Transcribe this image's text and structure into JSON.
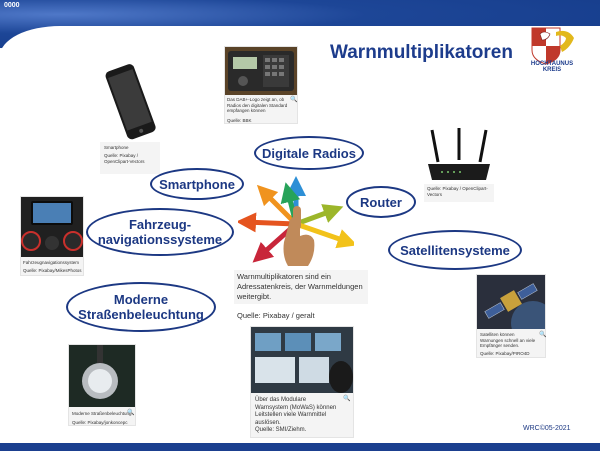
{
  "slide_number": "0000",
  "title": "Warnmultiplikatoren",
  "logo_text": "HOCHTAUNUS\nKREIS",
  "ovals": {
    "digitale_radios": "Digitale Radios",
    "smartphone": "Smartphone",
    "router": "Router",
    "fahrzeug": "Fahrzeug-\nnavigationssysteme",
    "satelliten": "Satellitensysteme",
    "strassen": "Moderne\nStraßenbeleuchtung"
  },
  "cards": {
    "radio": {
      "caption": "Das DAB+-Logo zeigt an, ob Radios den digitalen Standard empfangen können",
      "source": "Quelle: BBK"
    },
    "phone": {
      "caption": "Smartphone",
      "source": "Quelle: Pixabay / OpenClipart-Vectors"
    },
    "router": {
      "caption": "Quelle: Pixabay / OpenClipart-Vectors"
    },
    "navi": {
      "caption": "Fahrzeugnavigationssystem",
      "source": "Quelle: Pixabay/MikesPhotos"
    },
    "satellite": {
      "caption": "Satelliten können Warnungen schnell an viele Empfänger senden.",
      "source": "Quelle: Pixabay/PIRO4D"
    },
    "lamp": {
      "caption": "Moderne Straßenbeleuchtung",
      "source": "Quelle: Pixabay/jonkoncepc"
    },
    "control": {
      "caption": "Über das Modulare Warnsystem (MoWaS) können Leitstellen viele Warnmittel auslösen.",
      "source": "Quelle: SMI/Ziehm."
    }
  },
  "center": {
    "text": "Warnmultiplikatoren sind ein Adressatenkreis, der Warnmeldungen weitergibt.",
    "source": "Quelle: Pixabay / geralt"
  },
  "footer": "WRC©05-2021",
  "colors": {
    "navy": "#1c3883",
    "band": "#1b3f8f"
  }
}
